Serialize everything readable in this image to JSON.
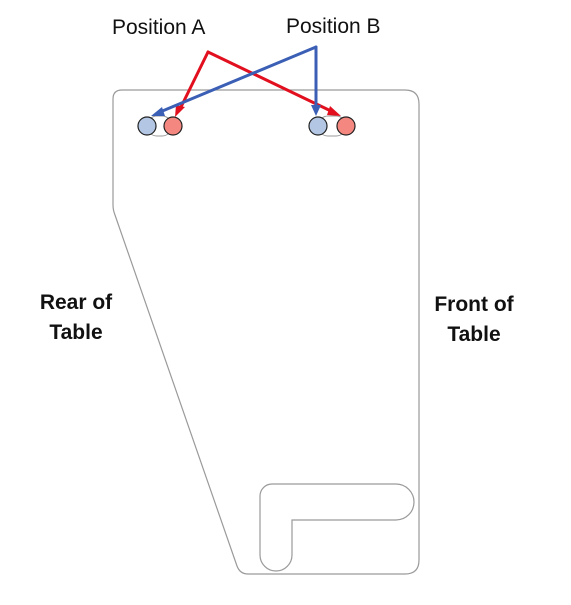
{
  "labels": {
    "position_a": "Position A",
    "position_b": "Position B",
    "rear_line1": "Rear of",
    "rear_line2": "Table",
    "front_line1": "Front of",
    "front_line2": "Table"
  },
  "colors": {
    "position_a": "#e2101f",
    "position_b": "#3b5fb5",
    "hole_a_fill": "#f4877f",
    "hole_b_fill": "#b3c7e4",
    "outline": "#9a9a9a",
    "text": "#111111"
  }
}
